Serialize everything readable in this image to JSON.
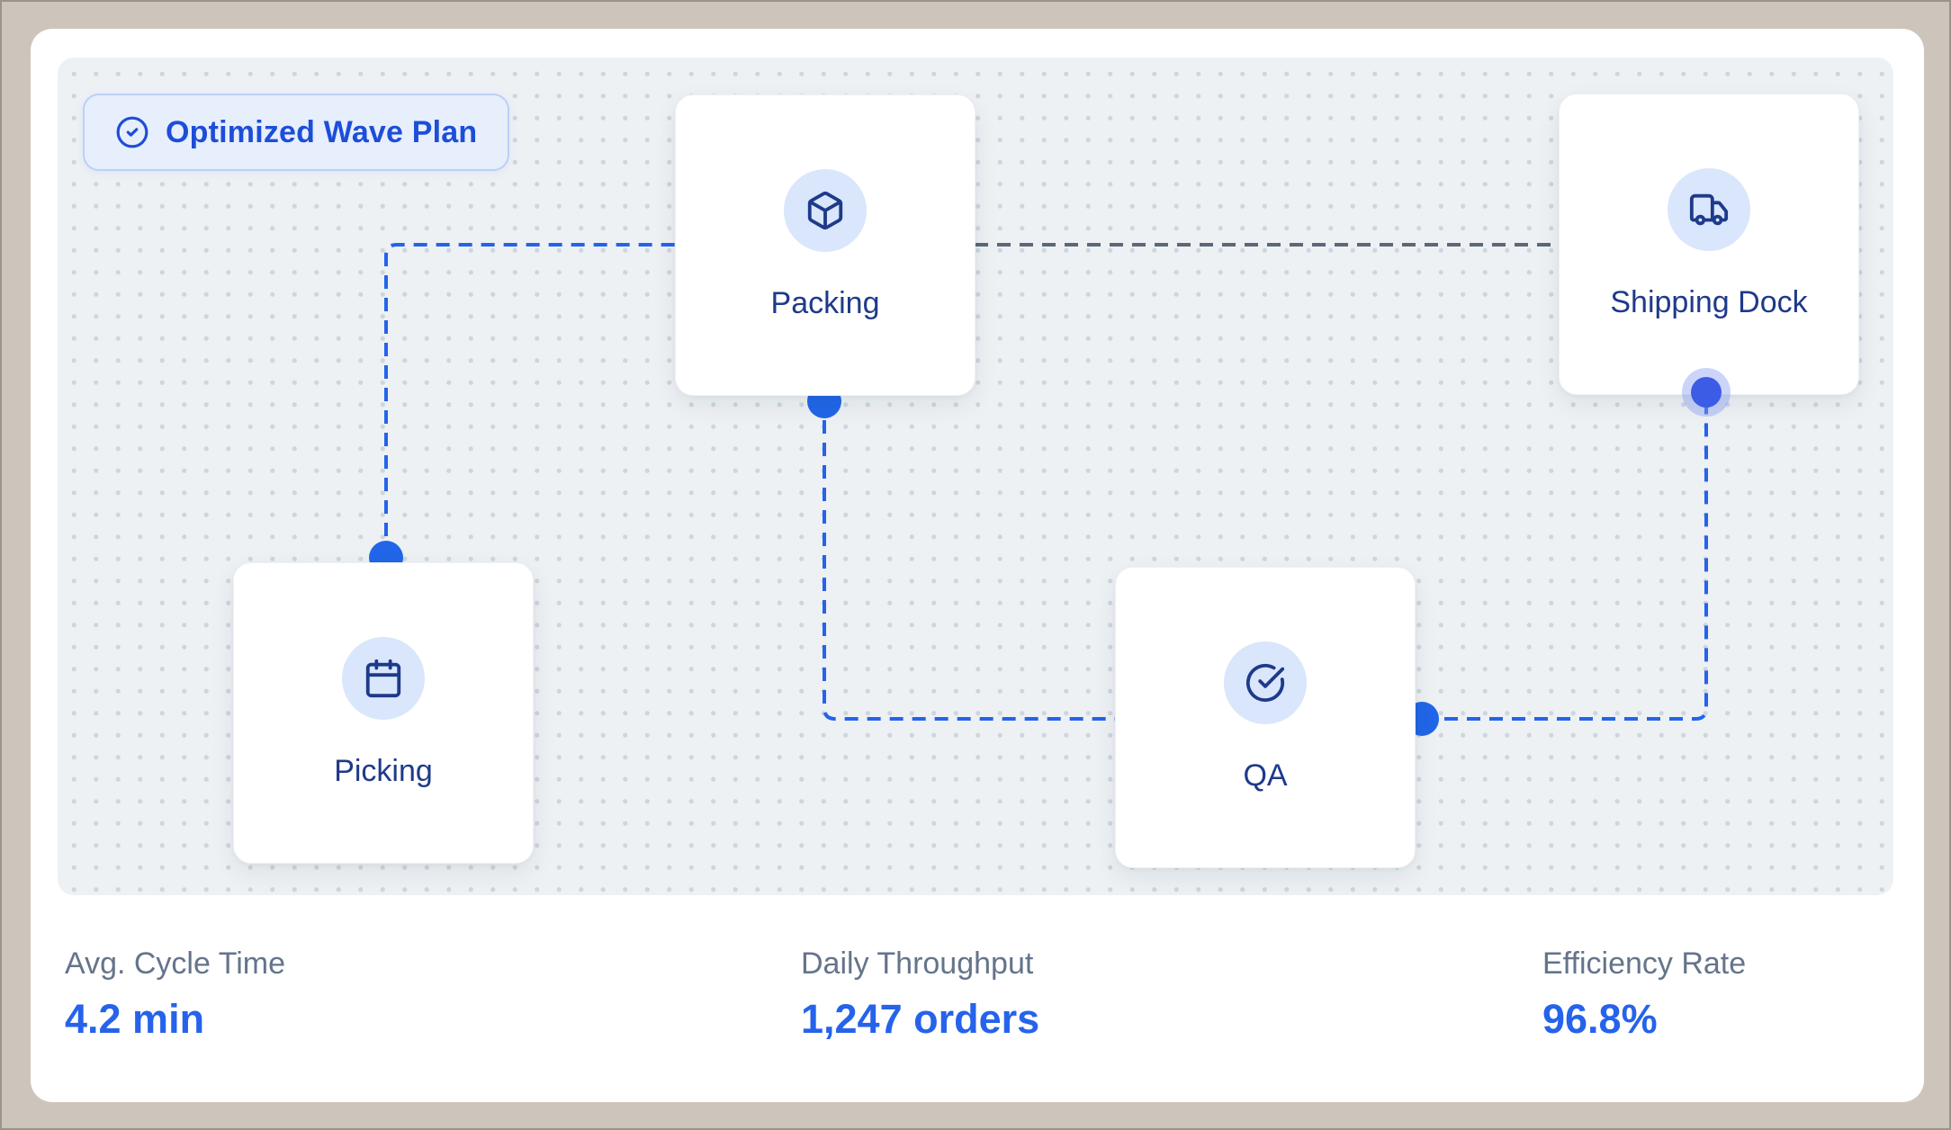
{
  "badge": {
    "label": "Optimized Wave Plan"
  },
  "nodes": {
    "packing": {
      "label": "Packing"
    },
    "shipping": {
      "label": "Shipping Dock"
    },
    "picking": {
      "label": "Picking"
    },
    "qa": {
      "label": "QA"
    }
  },
  "stats": {
    "cycle": {
      "label": "Avg. Cycle Time",
      "value": "4.2 min"
    },
    "throughput": {
      "label": "Daily Throughput",
      "value": "1,247 orders"
    },
    "efficiency": {
      "label": "Efficiency Rate",
      "value": "96.8%"
    }
  },
  "icons": {
    "badge": "circle-check-icon",
    "packing": "box-icon",
    "shipping": "truck-icon",
    "picking": "calendar-icon",
    "qa": "circle-check-big-icon"
  },
  "colors": {
    "edge_blue": "#2563eb",
    "edge_gray": "#5c6878",
    "handle_dot": "#2166e8",
    "handle_dot_active": "#3c5ce6",
    "accent_text": "#1d4ed8",
    "node_text": "#1e3a8a",
    "stat_label": "#64748b",
    "stat_value": "#2563eb",
    "canvas_bg": "#edf1f4",
    "frame_bg": "#cdc5bb"
  }
}
